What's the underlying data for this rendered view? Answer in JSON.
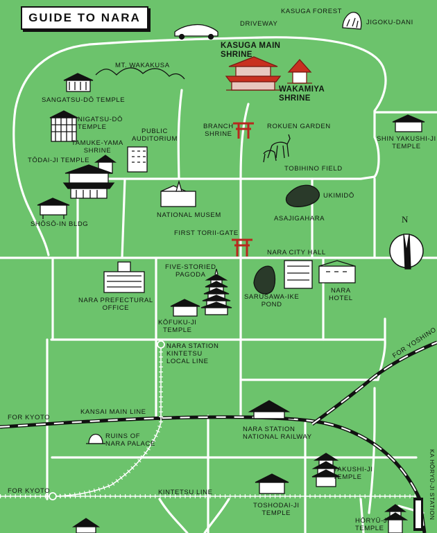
{
  "title": "GUIDE TO NARA",
  "colors": {
    "background": "#6cc36c",
    "roads": "#ffffff",
    "railway": "#111111",
    "torii": "#b8281e",
    "landmark_ink": "#111111"
  },
  "labels": {
    "kasuga_forest": "KASUGA FOREST",
    "jigoku_dani": "JIGOKU-DANI",
    "driveway": "DRIVEWAY",
    "kasuga_main_shrine": "KASUGA MAIN\nSHRINE",
    "wakamiya_shrine": "WAKAMIYA\nSHRINE",
    "mt_wakakusa": "MT. WAKAKUSA",
    "sangatsu_do": "SANGATSU-DŌ TEMPLE",
    "nigatsu_do": "NIGATSU-DŌ\nTEMPLE",
    "tamuke_yama": "TAMUKE-YAMA\nSHRINE",
    "todai_ji": "TŌDAI-JI TEMPLE",
    "shoso_in": "SHŌSŌ-IN BLDG",
    "public_auditorium": "PUBLIC\nAUDITORIUM",
    "branch_shrine": "BRANCH\nSHRINE",
    "rokuen_garden": "ROKUEN GARDEN",
    "shin_yakushi_ji": "SHIN YAKUSHI-JI\nTEMPLE",
    "tobihino_field": "TOBIHINO FIELD",
    "ukimido": "UKIMIDŌ",
    "asajigahara": "ASAJIGAHARA",
    "national_musem": "NATIONAL MUSEM",
    "first_torii_gate": "FIRST TORII-GATE",
    "nara_city_hall": "NARA CITY HALL",
    "five_storied_pagoda": "FIVE-STORIED\nPAGODA",
    "nara_prefectural_office": "NARA PREFECTURAL\nOFFICE",
    "sarusawa_ike_pond": "SARUSAWA-IKE\nPOND",
    "nara_hotel": "NARA\nHOTEL",
    "kofuku_ji": "KŌFUKU-JI\nTEMPLE",
    "nara_station_kintetsu": "NARA STATION\nKINTETSU\nLOCAL LINE",
    "for_yoshino": "FOR YOSHINO",
    "kansai_main_line": "KANSAI MAIN LINE",
    "for_kyoto_1": "FOR KYOTO",
    "nara_station_national": "NARA STATION\nNATIONAL RAILWAY",
    "ruins_nara_palace": "RUINS OF\nNARA PALACE",
    "yakushi_ji": "YAKUSHI-JI\nTEMPLE",
    "for_kyoto_2": "FOR KYOTO",
    "kintetsu_line": "KINTETSU LINE",
    "toshodai_ji": "TOSHODAI-JI\nTEMPLE",
    "horyu_ji": "HŌRYŪ-JI\nTEMPLE",
    "horyu_ji_station": "KA HŌRYŪ-JI STATION",
    "north": "N"
  }
}
